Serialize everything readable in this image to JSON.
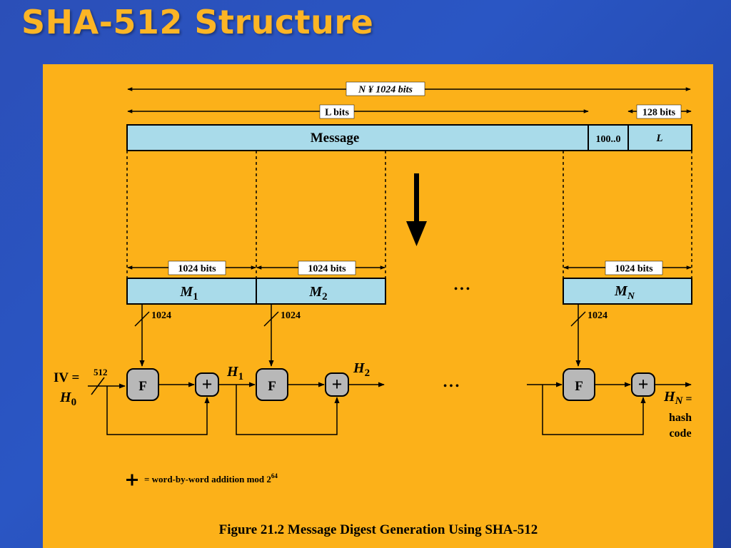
{
  "slide": {
    "title": "SHA-512 Structure"
  },
  "diagram": {
    "total_length_label": "N ¥ 1024 bits",
    "message_length_label": "L bits",
    "length_field_label": "128 bits",
    "message_label": "Message",
    "padding_label": "100..0",
    "length_label": "L",
    "block_size_label": "1024  bits",
    "blocks": [
      {
        "name": "M",
        "sub": "1"
      },
      {
        "name": "M",
        "sub": "2"
      },
      {
        "name": "M",
        "sub": "N"
      }
    ],
    "input_width_label": "1024",
    "ellipsis": "• • •",
    "iv_label": "IV =",
    "h0_name": "H",
    "h0_sub": "0",
    "iv_width_label": "512",
    "f_label": "F",
    "plus_symbol": "+",
    "h1_name": "H",
    "h1_sub": "1",
    "h2_name": "H",
    "h2_sub": "2",
    "hn_name": "H",
    "hn_sub": "N",
    "hn_eq": " =",
    "hash_word": "hash",
    "code_word": "code",
    "legend_text": "= word-by-word addition mod 2",
    "legend_exp": "64",
    "caption": "Figure 21.2  Message Digest Generation Using SHA-512"
  },
  "colors": {
    "panel": "#fcb119",
    "block_fill": "#a9dbea",
    "f_box_fill": "#b8b8b8",
    "title": "#fcb525"
  }
}
